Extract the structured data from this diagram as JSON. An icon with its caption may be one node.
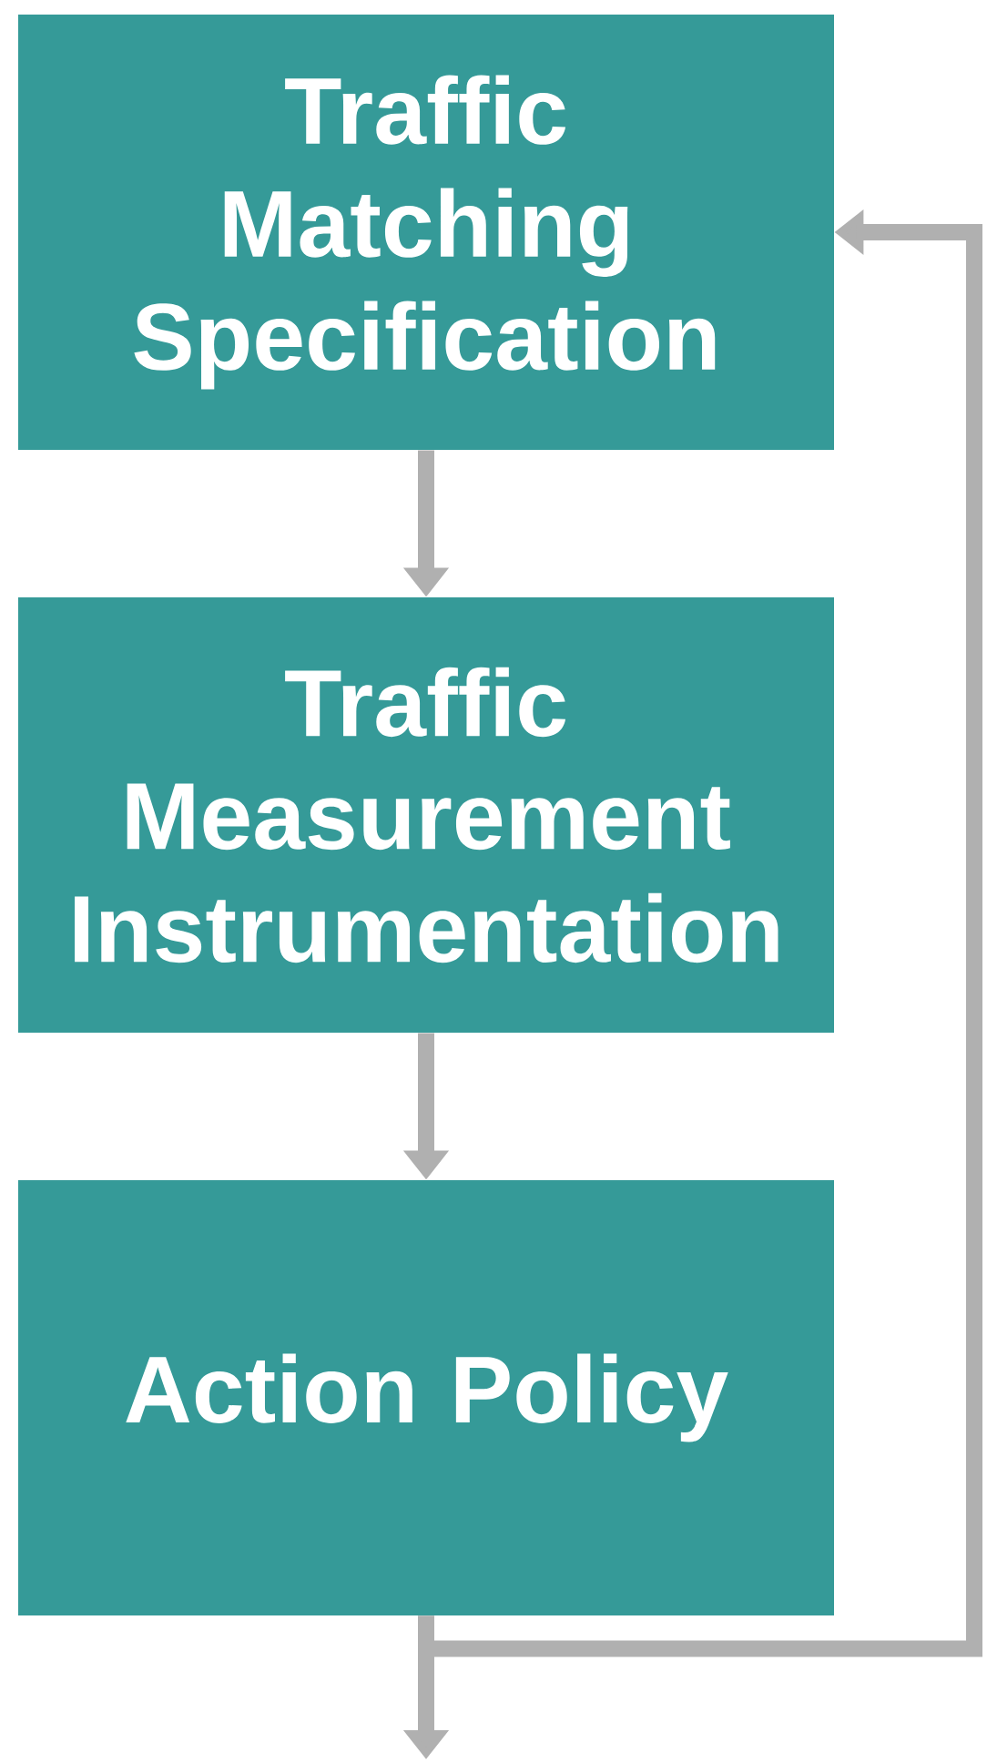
{
  "diagram": {
    "nodes": [
      {
        "text": [
          "Traffic Matching Specification"
        ]
      },
      {
        "text": [
          "Traffic Measurement Instrumentation"
        ]
      },
      {
        "text": [
          "Action Policy"
        ]
      }
    ],
    "edges": [
      {
        "from": 0,
        "to": 1,
        "arrow": "to"
      },
      {
        "from": 1,
        "to": 2,
        "arrow": "to"
      },
      {
        "from": 2,
        "to": null,
        "arrow": "to"
      },
      {
        "from": 2,
        "to": 0,
        "arrow": "to"
      }
    ]
  }
}
